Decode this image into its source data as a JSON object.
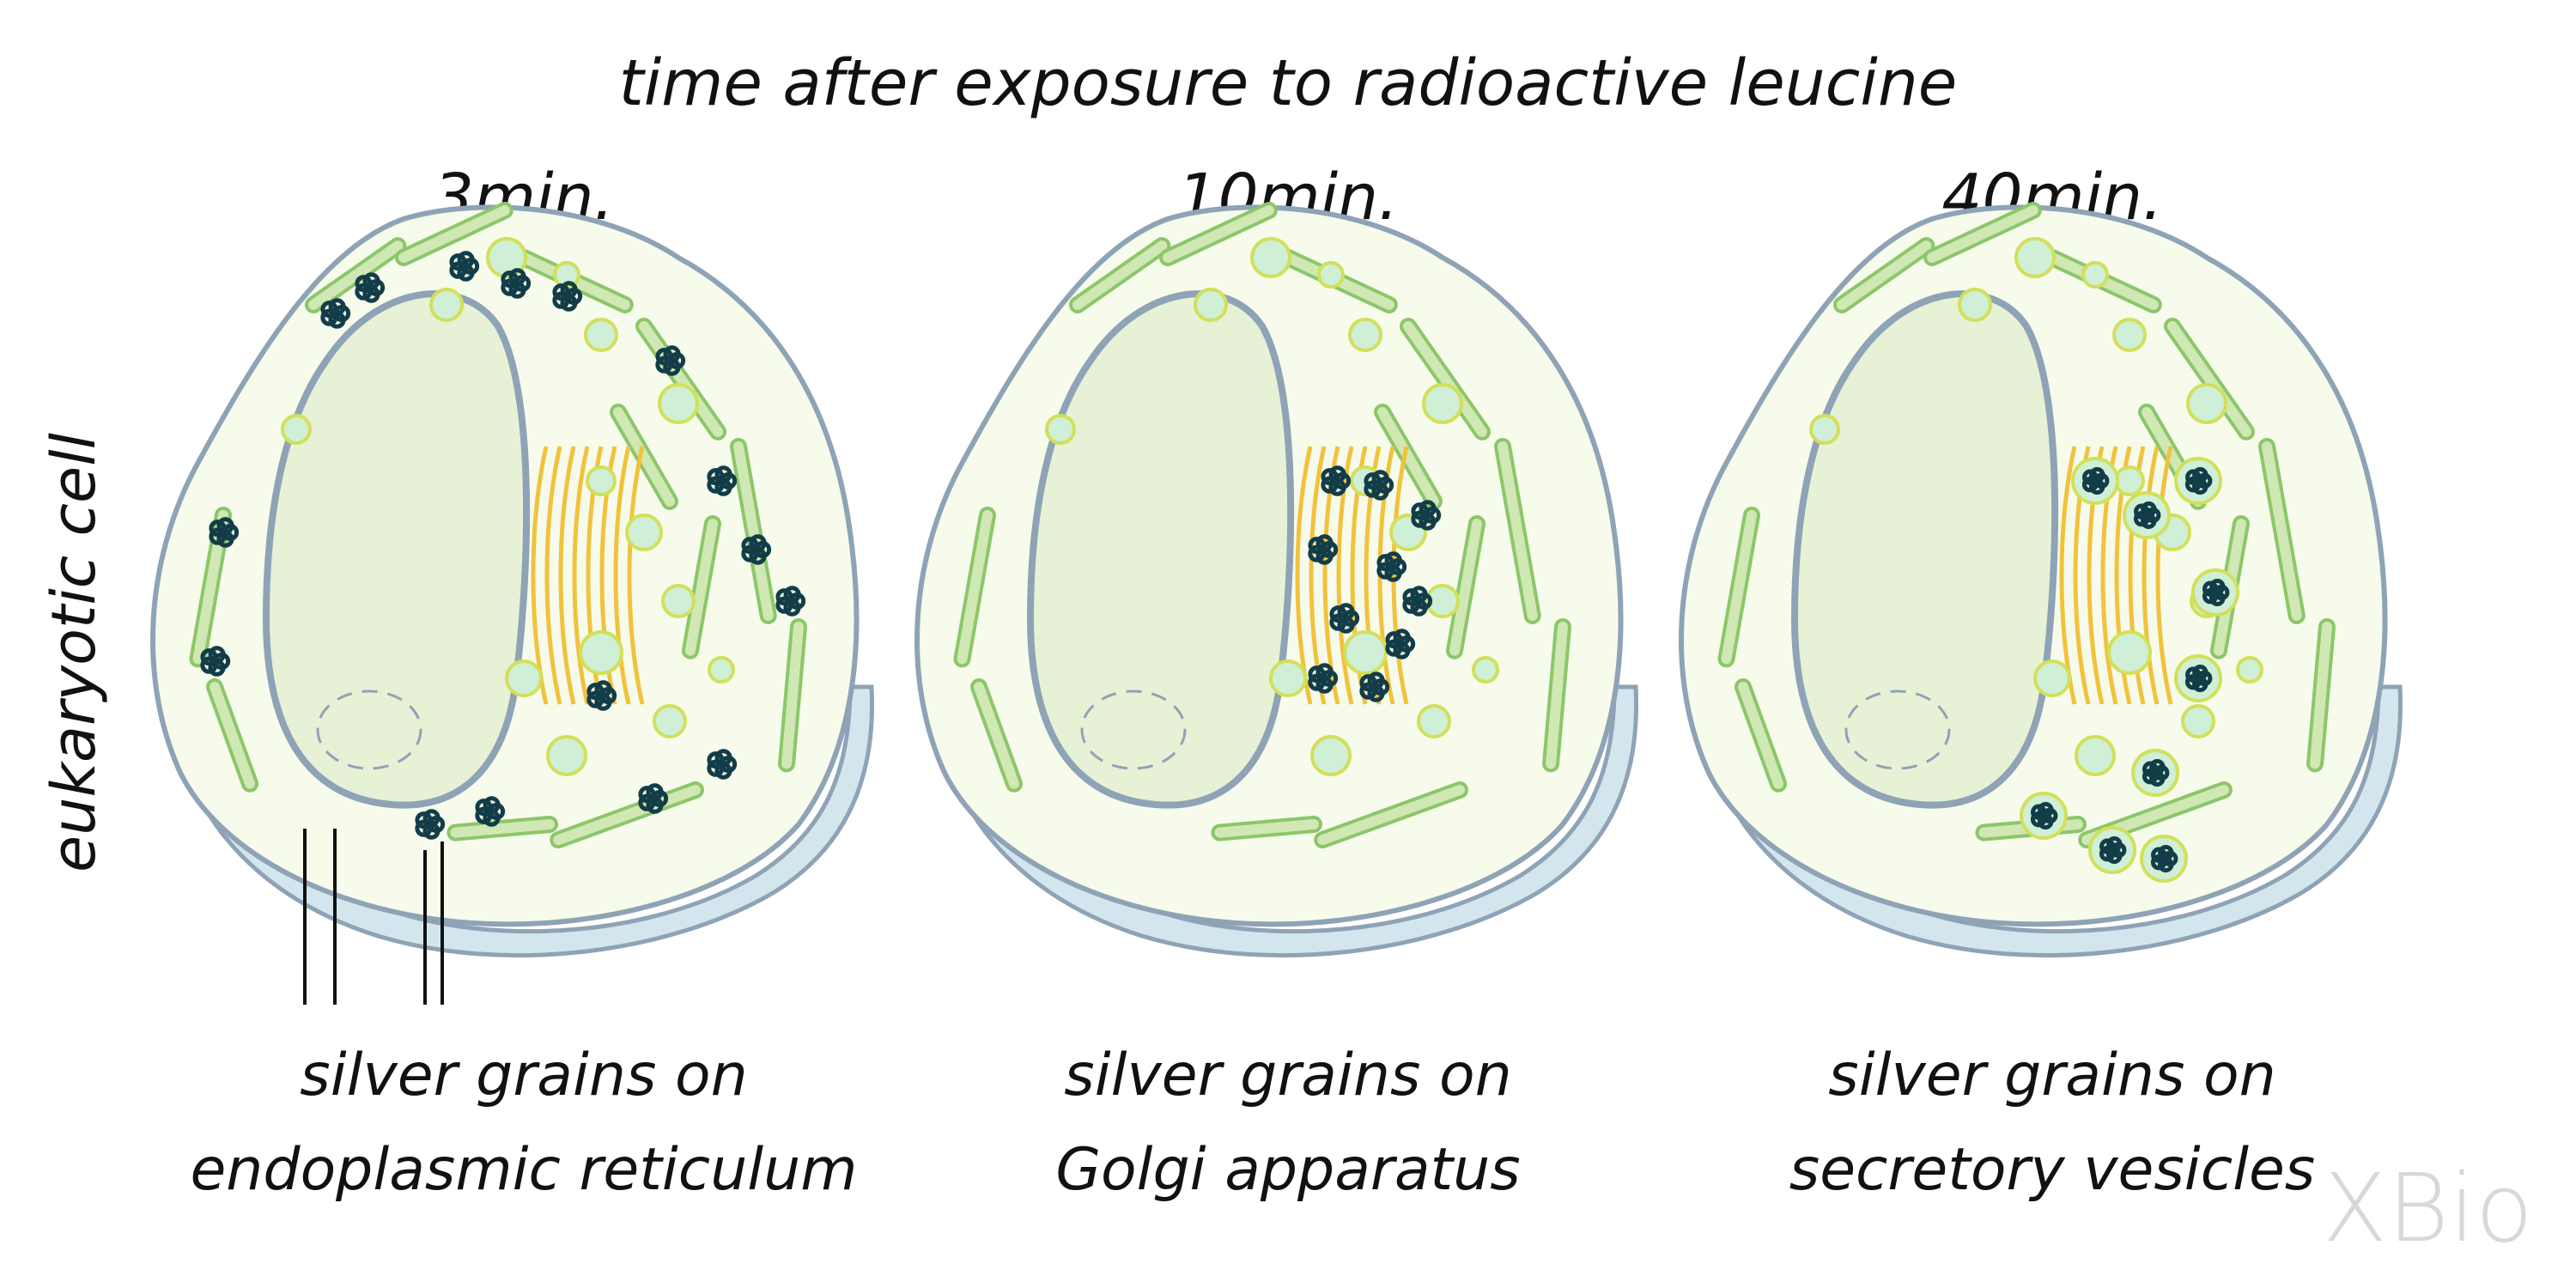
{
  "title": "time after exposure to radioactive leucine",
  "side_label": "eukaryotic cell",
  "watermark": "XBio",
  "colors": {
    "cell_fill": "#f6fbeb",
    "membrane": "#8fa3b6",
    "wall": "#d3e6ee",
    "er": "#cfe8b4",
    "er_edge": "#8cc66a",
    "vesicle_fill": "#cfefd6",
    "vesicle_edge": "#d2e05a",
    "golgi": "#f2c23c",
    "nucleus": "#e6f1d6",
    "grain": "#123c48"
  },
  "panels": [
    {
      "time": "3min.",
      "caption_line1": "silver grains on",
      "caption_line2": "endoplasmic reticulum",
      "grain_location": "endoplasmic reticulum"
    },
    {
      "time": "10min.",
      "caption_line1": "silver grains on",
      "caption_line2": "Golgi apparatus",
      "grain_location": "Golgi apparatus"
    },
    {
      "time": "40min.",
      "caption_line1": "silver grains on",
      "caption_line2": "secretory vesicles",
      "grain_location": "secretory vesicles"
    }
  ]
}
